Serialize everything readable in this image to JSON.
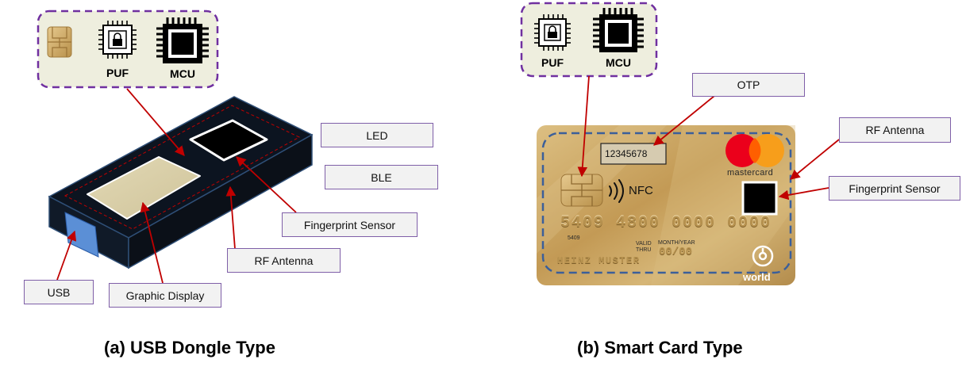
{
  "panel_a": {
    "caption": "(a) USB Dongle Type",
    "chips": {
      "puf": "PUF",
      "mcu": "MCU"
    },
    "labels": {
      "led": "LED",
      "ble": "BLE",
      "fingerprint": "Fingerprint Sensor",
      "rf_antenna": "RF Antenna",
      "usb": "USB",
      "graphic_display": "Graphic Display"
    },
    "icons": [
      "sim-chip-icon",
      "puf-chip-icon",
      "mcu-chip-icon"
    ]
  },
  "panel_b": {
    "caption": "(b) Smart Card Type",
    "chips": {
      "puf": "PUF",
      "mcu": "MCU"
    },
    "labels": {
      "otp": "OTP",
      "rf_antenna": "RF Antenna",
      "fingerprint": "Fingerprint Sensor"
    },
    "card": {
      "otp_code": "12345678",
      "nfc": "NFC",
      "brand": "mastercard",
      "number": "5409 4800 0000 0000",
      "small_number": "5409",
      "valid_thru": "VALID\nTHRU",
      "month_year": "MONTH/YEAR",
      "expiry": "00/00",
      "holder": "HEINZ MUSTER",
      "tier": "world"
    },
    "icons": [
      "puf-chip-icon",
      "mcu-chip-icon",
      "nfc-icon",
      "mastercard-logo-icon",
      "world-logo-icon"
    ]
  },
  "colors": {
    "dashed_box_border": "#7030a0",
    "dashed_box_fill": "#eeeede",
    "arrow": "#c00000",
    "label_border": "#7f5fa8",
    "label_fill": "#f2f2f2",
    "card_gold": "#c9a460",
    "card_dashed": "#3b5f9a"
  }
}
